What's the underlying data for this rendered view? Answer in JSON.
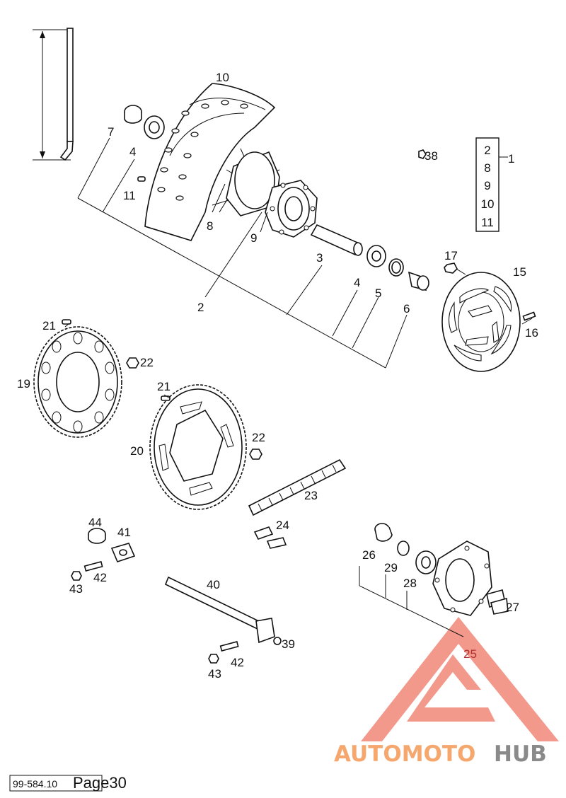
{
  "callouts": [
    {
      "id": "c10",
      "text": "10"
    },
    {
      "id": "c7",
      "text": "7"
    },
    {
      "id": "c4a",
      "text": "4"
    },
    {
      "id": "c11",
      "text": "11"
    },
    {
      "id": "c8",
      "text": "8"
    },
    {
      "id": "c9",
      "text": "9"
    },
    {
      "id": "c38",
      "text": "38"
    },
    {
      "id": "c1",
      "text": "1"
    },
    {
      "id": "c3",
      "text": "3"
    },
    {
      "id": "c2",
      "text": "2"
    },
    {
      "id": "c4b",
      "text": "4"
    },
    {
      "id": "c5",
      "text": "5"
    },
    {
      "id": "c6",
      "text": "6"
    },
    {
      "id": "c17",
      "text": "17"
    },
    {
      "id": "c15",
      "text": "15"
    },
    {
      "id": "c16",
      "text": "16"
    },
    {
      "id": "c21a",
      "text": "21"
    },
    {
      "id": "c22a",
      "text": "22"
    },
    {
      "id": "c19",
      "text": "19"
    },
    {
      "id": "c21b",
      "text": "21"
    },
    {
      "id": "c20",
      "text": "20"
    },
    {
      "id": "c22b",
      "text": "22"
    },
    {
      "id": "c23",
      "text": "23"
    },
    {
      "id": "c24",
      "text": "24"
    },
    {
      "id": "c44",
      "text": "44"
    },
    {
      "id": "c41",
      "text": "41"
    },
    {
      "id": "c43a",
      "text": "43"
    },
    {
      "id": "c42a",
      "text": "42"
    },
    {
      "id": "c40",
      "text": "40"
    },
    {
      "id": "c26",
      "text": "26"
    },
    {
      "id": "c29",
      "text": "29"
    },
    {
      "id": "c28",
      "text": "28"
    },
    {
      "id": "c27",
      "text": "27"
    },
    {
      "id": "c25",
      "text": "25"
    },
    {
      "id": "c39",
      "text": "39"
    },
    {
      "id": "c43b",
      "text": "43"
    },
    {
      "id": "c42b",
      "text": "42"
    }
  ],
  "kit_box": [
    "2",
    "8",
    "9",
    "10",
    "11"
  ],
  "watermark": {
    "part1": "AUTOMOTO",
    "part2": "HUB",
    "color1": "#f5a76e",
    "color2": "#8a8a8a",
    "logo_color": "#f08070"
  },
  "footer": {
    "code": "99-584.10",
    "page": "Page30"
  }
}
